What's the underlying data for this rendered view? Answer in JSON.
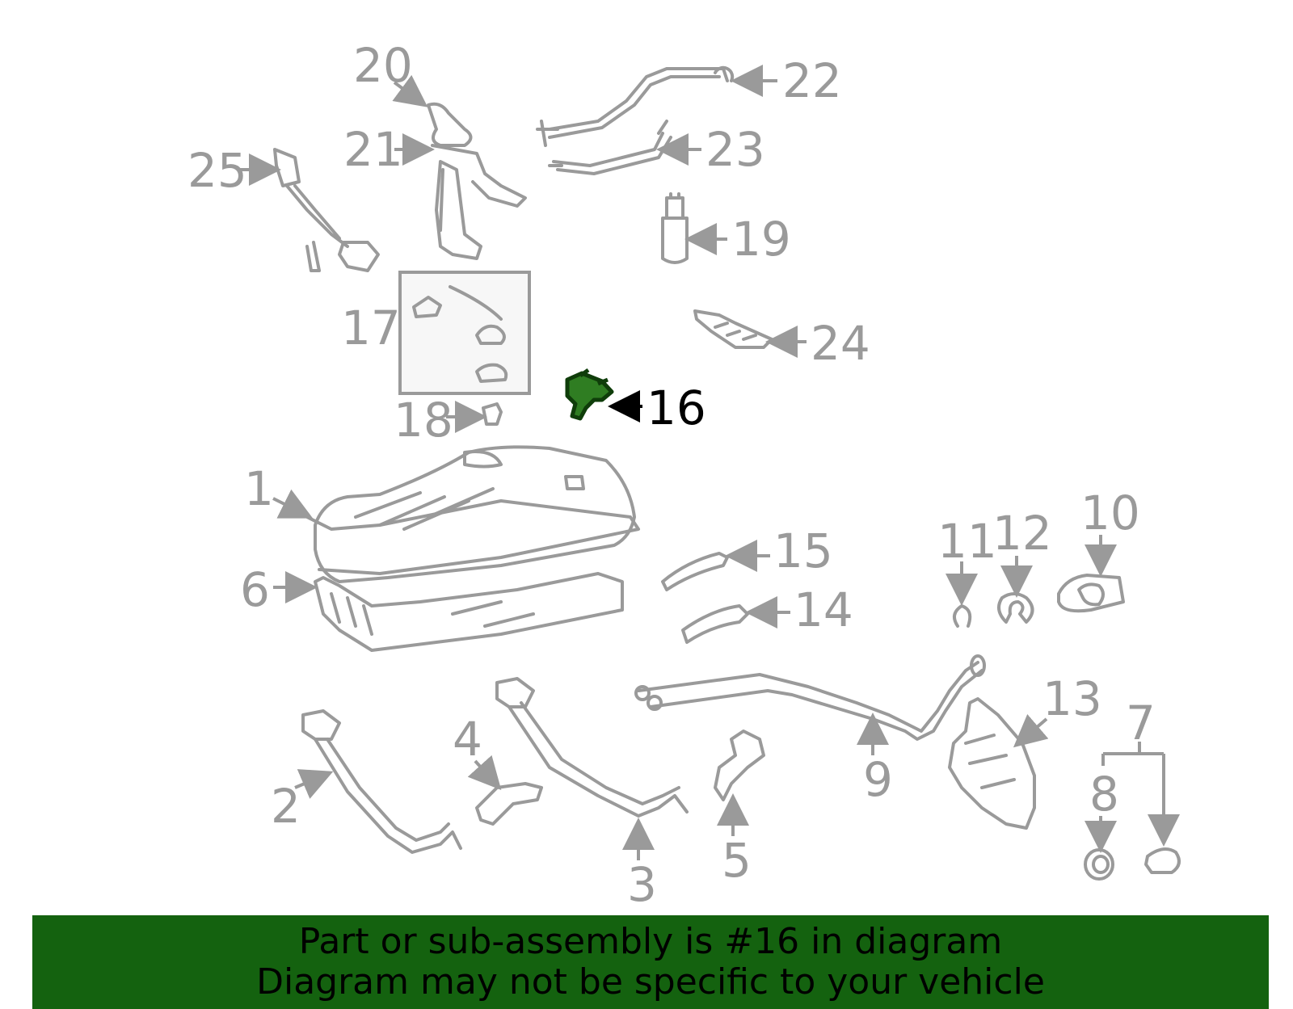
{
  "diagram": {
    "highlighted_part": "16",
    "highlight_color": "#1d6b12",
    "part_labels": [
      "1",
      "2",
      "3",
      "4",
      "5",
      "6",
      "7",
      "8",
      "9",
      "10",
      "11",
      "12",
      "13",
      "14",
      "15",
      "16",
      "17",
      "18",
      "19",
      "20",
      "21",
      "22",
      "23",
      "24",
      "25"
    ]
  },
  "banner": {
    "line1": "Part or sub-assembly is #16 in diagram",
    "line2": "Diagram may not be specific to your vehicle",
    "background": "#14620f"
  }
}
